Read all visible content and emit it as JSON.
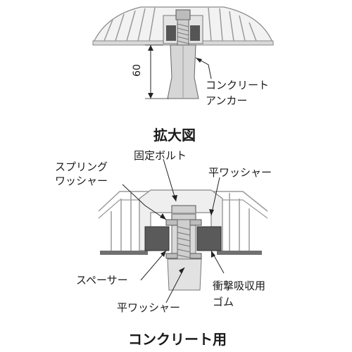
{
  "top_figure": {
    "dimension": "60",
    "anchor_label_line1": "コンクリート",
    "anchor_label_line2": "アンカー",
    "caption": "拡大図"
  },
  "bottom_figure": {
    "bolt_label": "固定ボルト",
    "spring_washer_line1": "スプリング",
    "spring_washer_line2": "ワッシャー",
    "flat_washer_top": "平ワッシャー",
    "spacer_label": "スペーサー",
    "rubber_line1": "衝撃吸収用",
    "rubber_line2": "ゴム",
    "flat_washer_bottom": "平ワッシャー",
    "caption": "コンクリート用"
  }
}
